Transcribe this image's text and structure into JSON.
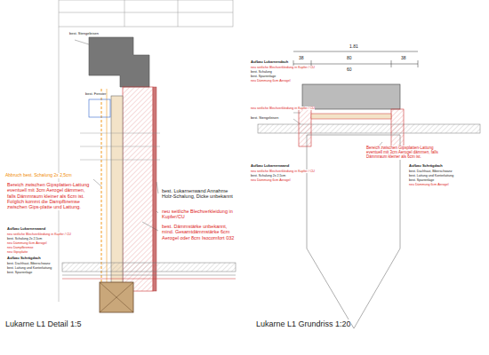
{
  "diagram": {
    "labels": [
      "best. Stengeleisen",
      "best. Fenster",
      "Abbruch best. Schalung 2x 2,5cm",
      "best. Lukarnenwand Annahme Holz-Schalung, Dicke unbekannt",
      "neu seitliche Blechverkleidung in Kupfer/CU",
      "best. Dämmstärke unbekannt, mind. Gesamtdämmstärke 6cm Aerogel oder 8cm Isocomfort 032",
      "Bereich zwischen Gipsplatten-Lattung eventuell mit 3cm Aerogel dämmen, falls Dämmraum kleiner als 6cm ist. Folglich kommt die Dampfbremse zwischen Gips-platte und Lattung.",
      "Aufbau Lukarnenwand",
      "neu seitliche Blechverkleidung in Kupfer / CU",
      "best. Schalung 2x 2,5cm",
      "neu Dämmung 6cm Aerogel",
      "neu Dampfbremse",
      "neu Gipsplatte",
      "Aufbau Schrägdach",
      "best. Dachhaut, Biberschwanz",
      "best. Lattung und Konterlattung",
      "best. Sparrenlage",
      "Lukarne L1 Detail 1:5",
      "1.81",
      "38",
      "80",
      "38",
      "60",
      "Aufbau Lukarnendach",
      "neu seitliche Blechverkleidung in Kupfer / CU",
      "best. Schalung",
      "best. Sparrenlage",
      "neu Dämmung 6cm Aerogel",
      "neu seitliche Blechverkleidung in Kupfer / CU",
      "best. Stengeleisen",
      "Bereich zwischen Gipsplatten-Lattung eventuell mit 3cm Aerogel dämmen, falls Dämmraum kleiner als 6cm ist.",
      "Aufbau Lukarnenwand",
      "neu seitliche Blechverkleidung in Kupfer / CU",
      "best. Schalung 2x 2,5cm",
      "neu Dämmung 6cm Aerogel",
      "Aufbau Schrägdach",
      "best. Dachhaut, Biberschwanz",
      "best. Lattung und Konterlattung",
      "best. Sparrenlage",
      "neu Dämmung 6cm Aerogel",
      "Lukarne L1 Grundriss 1:20"
    ]
  }
}
